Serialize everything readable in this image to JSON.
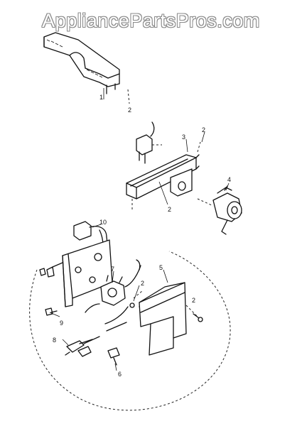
{
  "watermark": "AppliancePartsPros.com",
  "callouts": {
    "c1": "1",
    "c2a": "2",
    "c2b": "2",
    "c2c": "2",
    "c2d": "2",
    "c2e": "2",
    "c3": "3",
    "c4": "4",
    "c5": "5",
    "c6": "6",
    "c7": "7",
    "c8": "8",
    "c9": "9",
    "c10": "10"
  },
  "colors": {
    "ink": "#111111",
    "watermark_outline": "#8a8a8a",
    "background": "#ffffff"
  }
}
